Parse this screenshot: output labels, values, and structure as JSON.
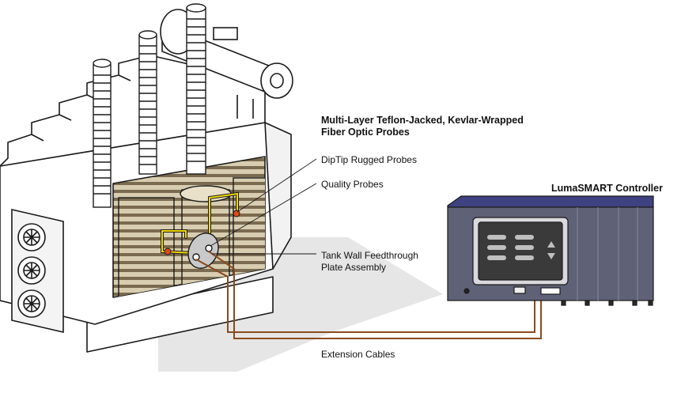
{
  "labels": {
    "probes_title_line1": "Multi-Layer Teflon-Jacked, Kevlar-Wrapped",
    "probes_title_line2": "Fiber Optic Probes",
    "diptip": "DipTip Rugged Probes",
    "quality": "Quality Probes",
    "feedthrough_line1": "Tank Wall Feedthrough",
    "feedthrough_line2": "Plate Assembly",
    "controller": "LumaSMART Controller",
    "cables": "Extension Cables"
  },
  "colors": {
    "outline": "#1a1a1a",
    "winding_stripe": "#7a6a4f",
    "winding_light": "#d8cdb0",
    "probe_wire": "#f2d600",
    "probe_tip": "#e04a10",
    "cable": "#8b4a1e",
    "controller_body": "#5f6177",
    "controller_top": "#3e4280",
    "screen": "#3a3a3a",
    "floor_shadow": "#e6e6e6"
  },
  "icons": {
    "screen_arrows": [
      "triangle-up-icon",
      "triangle-down-icon"
    ],
    "fan": "fan-icon"
  }
}
